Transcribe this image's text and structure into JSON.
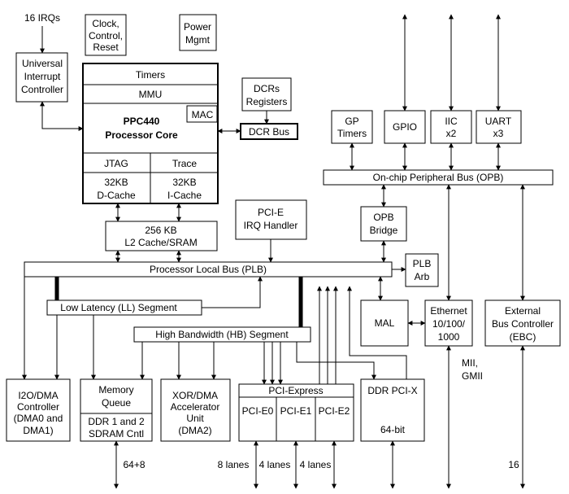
{
  "labels": {
    "irqs": "16 IRQs",
    "uic": [
      "Universal",
      "Interrupt",
      "Controller"
    ],
    "ccr": [
      "Clock,",
      "Control,",
      "Reset"
    ],
    "pm": [
      "Power",
      "Mgmt"
    ],
    "timers": "Timers",
    "mmu": "MMU",
    "mac": "MAC",
    "ppc1": "PPC440",
    "ppc2": "Processor Core",
    "jtag": "JTAG",
    "trace": "Trace",
    "dcache": [
      "32KB",
      "D-Cache"
    ],
    "icache": [
      "32KB",
      "I-Cache"
    ],
    "dcrreg": [
      "DCRs",
      "Registers"
    ],
    "dcrbus": "DCR Bus",
    "gptimers": [
      "GP",
      "Timers"
    ],
    "gpio": "GPIO",
    "iic": [
      "IIC",
      "x2"
    ],
    "uart": [
      "UART",
      "x3"
    ],
    "opb": "On-chip Peripheral Bus (OPB)",
    "l2": [
      "256 KB",
      "L2 Cache/SRAM"
    ],
    "pcie_irq": [
      "PCI-E",
      "IRQ Handler"
    ],
    "opbbridge": [
      "OPB",
      "Bridge"
    ],
    "plb": "Processor Local Bus (PLB)",
    "plbarb": [
      "PLB",
      "Arb"
    ],
    "ll": "Low Latency (LL) Segment",
    "hb": "High Bandwidth (HB) Segment",
    "mal": "MAL",
    "ethernet": [
      "Ethernet",
      "10/100/",
      "1000"
    ],
    "ebc": [
      "External",
      "Bus Controller",
      "(EBC)"
    ],
    "mii": [
      "MII,",
      "GMII"
    ],
    "i2o": [
      "I2O/DMA",
      "Controller",
      "(DMA0 and",
      "DMA1)"
    ],
    "memq": [
      "Memory",
      "Queue"
    ],
    "ddr": [
      "DDR 1 and 2",
      "SDRAM Cntl"
    ],
    "xor": [
      "XOR/DMA",
      "Accelerator",
      "Unit",
      "(DMA2)"
    ],
    "pcie": "PCI-Express",
    "pcie0": "PCI-E0",
    "pcie1": "PCI-E1",
    "pcie2": "PCI-E2",
    "ddrpcix": "DDR PCI-X",
    "bit64": "64-bit",
    "mem_bits": "64+8",
    "lanes8": "8 lanes",
    "lanes4a": "4 lanes",
    "lanes4b": "4 lanes",
    "ebc_bits": "16"
  }
}
